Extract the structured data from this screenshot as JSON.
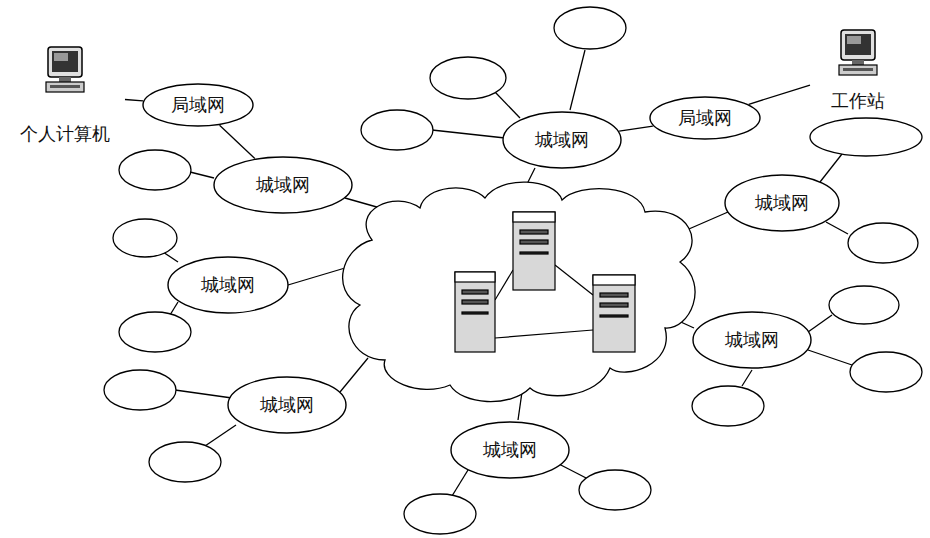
{
  "diagram": {
    "nodes": [
      {
        "text": [
          "个人计算机"
        ]
      },
      {
        "text": [
          "局域网"
        ]
      },
      {
        "text": [
          "城域网"
        ]
      },
      {
        "text": [
          "城域网"
        ]
      },
      {
        "text": [
          "局域网"
        ]
      },
      {
        "text": [
          "工作站"
        ]
      },
      {
        "text": [
          "城域网"
        ]
      },
      {
        "text": [
          "城域网"
        ]
      },
      {
        "text": [
          "城域网"
        ]
      },
      {
        "text": [
          "城域网"
        ]
      },
      {
        "text": [
          "城域网"
        ]
      }
    ],
    "edges": [
      {
        "from": 0,
        "to": 1,
        "arrow": "none"
      },
      {
        "from": 1,
        "to": 2,
        "arrow": "none"
      },
      {
        "from": 3,
        "to": 4,
        "arrow": "none"
      },
      {
        "from": 4,
        "to": 5,
        "arrow": "none"
      }
    ]
  }
}
